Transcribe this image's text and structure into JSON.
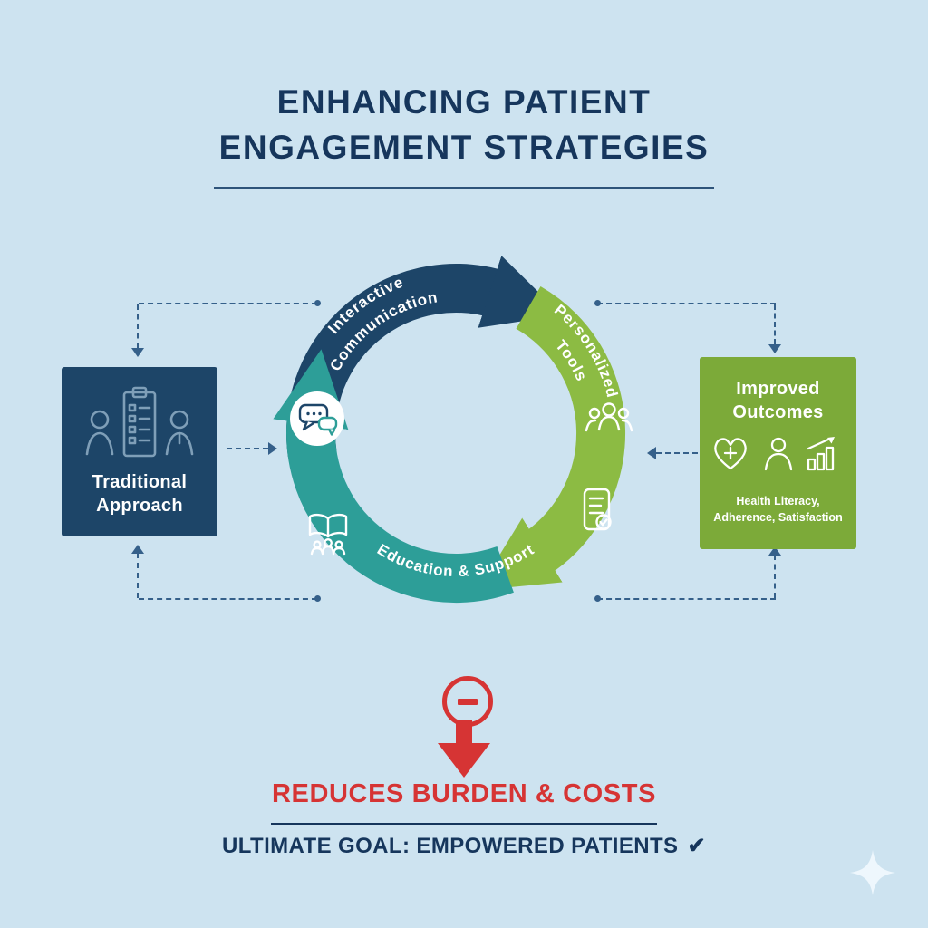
{
  "colors": {
    "background": "#cde3f0",
    "navy": "#1d4568",
    "navy_dark": "#16365c",
    "green": "#8cbb43",
    "green_box": "#7caa39",
    "teal": "#2d9e98",
    "red": "#d63434",
    "connector": "#35608a",
    "white": "#ffffff"
  },
  "header": {
    "title_line1": "ENHANCING PATIENT",
    "title_line2": "ENGAGEMENT STRATEGIES"
  },
  "cycle": {
    "segment1": {
      "label_line1": "Interactive",
      "label_line2": "Communication"
    },
    "segment2": {
      "label_line1": "Personalized",
      "label_line2": "Tools"
    },
    "segment3": {
      "label": "Education & Support"
    }
  },
  "traditional_box": {
    "line1": "Traditional",
    "line2": "Approach"
  },
  "outcomes_box": {
    "line1": "Improved",
    "line2": "Outcomes",
    "subtitle": "Health Literacy, Adherence, Satisfaction"
  },
  "bottom": {
    "reduces": "REDUCES BURDEN & COSTS",
    "goal": "ULTIMATE GOAL: EMPOWERED PATIENTS",
    "check": "✔"
  },
  "icons": {
    "chat-bubbles-icon": "speech bubbles",
    "people-group-icon": "group of people",
    "phone-checklist-icon": "smartphone with checklist",
    "education-book-icon": "open book with group",
    "doctor-clipboard-icon": "clinicians with clipboard",
    "heart-cross-icon": "heart with medical cross",
    "patient-icon": "person",
    "growth-chart-icon": "bar chart with rising arrow",
    "minus-circle-icon": "minus in circle",
    "down-arrow-icon": "thick downward arrow",
    "checkmark-icon": "check mark",
    "sparkle-icon": "four-point sparkle"
  }
}
